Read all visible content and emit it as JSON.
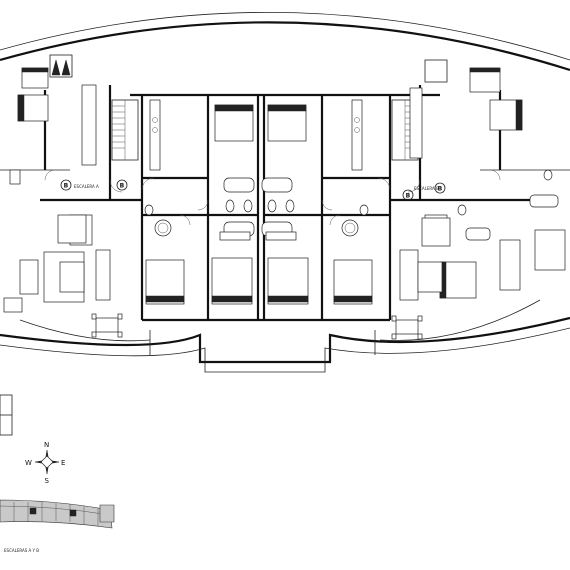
{
  "circle_markers": [
    "B",
    "B",
    "B",
    "B"
  ],
  "stair_labels": [
    "ESCALERA A",
    "ESCALERA B"
  ],
  "compass": {
    "n": "N",
    "s": "S",
    "e": "E",
    "w": "W"
  },
  "key_plan_caption": "ESCALERAS A Y B"
}
